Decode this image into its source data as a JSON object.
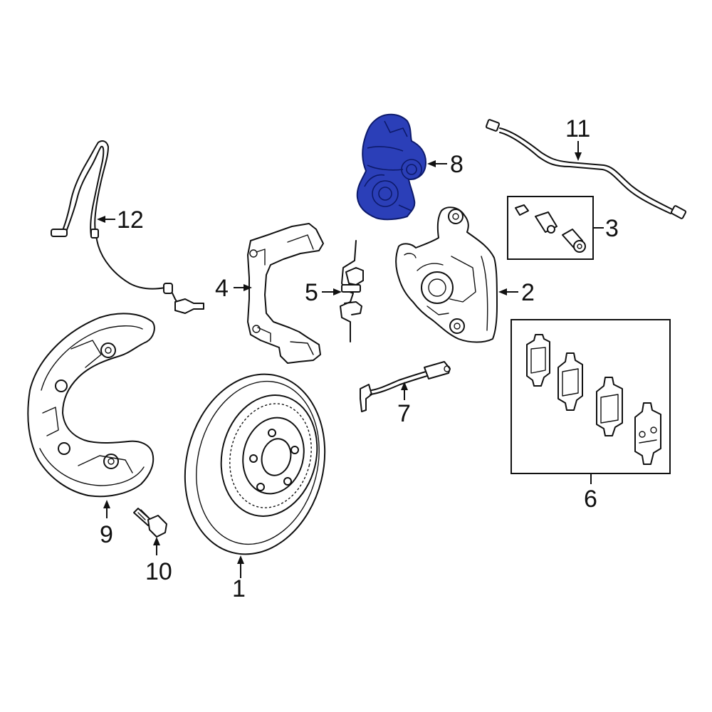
{
  "highlight_color": "#2b3fb8",
  "callouts": [
    "1",
    "2",
    "3",
    "4",
    "5",
    "6",
    "7",
    "8",
    "9",
    "10",
    "11",
    "12"
  ]
}
